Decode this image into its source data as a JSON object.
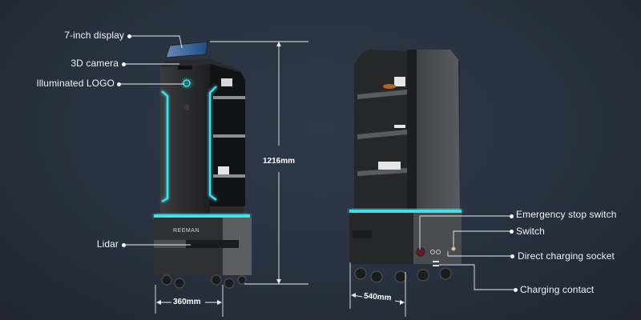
{
  "diagram": {
    "subject": "Delivery robot dimensions and components",
    "brand_logo": "REEMAN",
    "front_view": {
      "callouts": [
        {
          "label": "7-inch display"
        },
        {
          "label": "3D camera"
        },
        {
          "label": "Illuminated LOGO"
        },
        {
          "label": "Lidar"
        }
      ],
      "dimensions": {
        "height": "1216mm",
        "width": "360mm"
      }
    },
    "rear_view": {
      "callouts": [
        {
          "label": "Emergency stop switch"
        },
        {
          "label": "Switch"
        },
        {
          "label": "Direct charging socket"
        },
        {
          "label": "Charging contact"
        }
      ],
      "dimensions": {
        "depth": "540mm"
      }
    },
    "colors": {
      "background": "#28313f",
      "accent_glow": "#3fe0e8",
      "robot_body": "#2b2b2d",
      "robot_side": "#4a4b4e"
    }
  }
}
